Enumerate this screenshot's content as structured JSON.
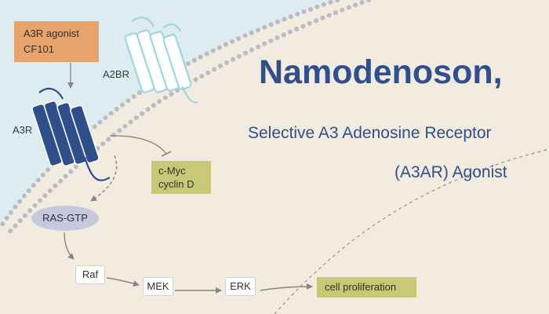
{
  "title": "Namodenoson,",
  "subtitle_line1": "Selective A3 Adenosine Receptor",
  "subtitle_line2": "(A3AR) Agonist",
  "labels": {
    "agonist_line1": "A3R agonist",
    "agonist_line2": "CF101",
    "a2br": "A2BR",
    "a3r": "A3R",
    "myc_line1": "c-Myc",
    "myc_line2": "cyclin D",
    "ras": "RAS-GTP",
    "raf": "Raf",
    "mek": "MEK",
    "erk": "ERK",
    "proliferation": "cell proliferation"
  },
  "colors": {
    "background": "#f1ebe0",
    "extracellular": "#dcecf1",
    "membrane_dots": "#b9bdc3",
    "title": "#2f4f8e",
    "agonist_box": "#e8a36a",
    "a3r_receptor": "#2e4f8b",
    "a2br_receptor": "#9fd5df",
    "green_box": "#c8c877",
    "ras_ellipse": "#c6c8dc",
    "arrow": "#8a8480"
  }
}
